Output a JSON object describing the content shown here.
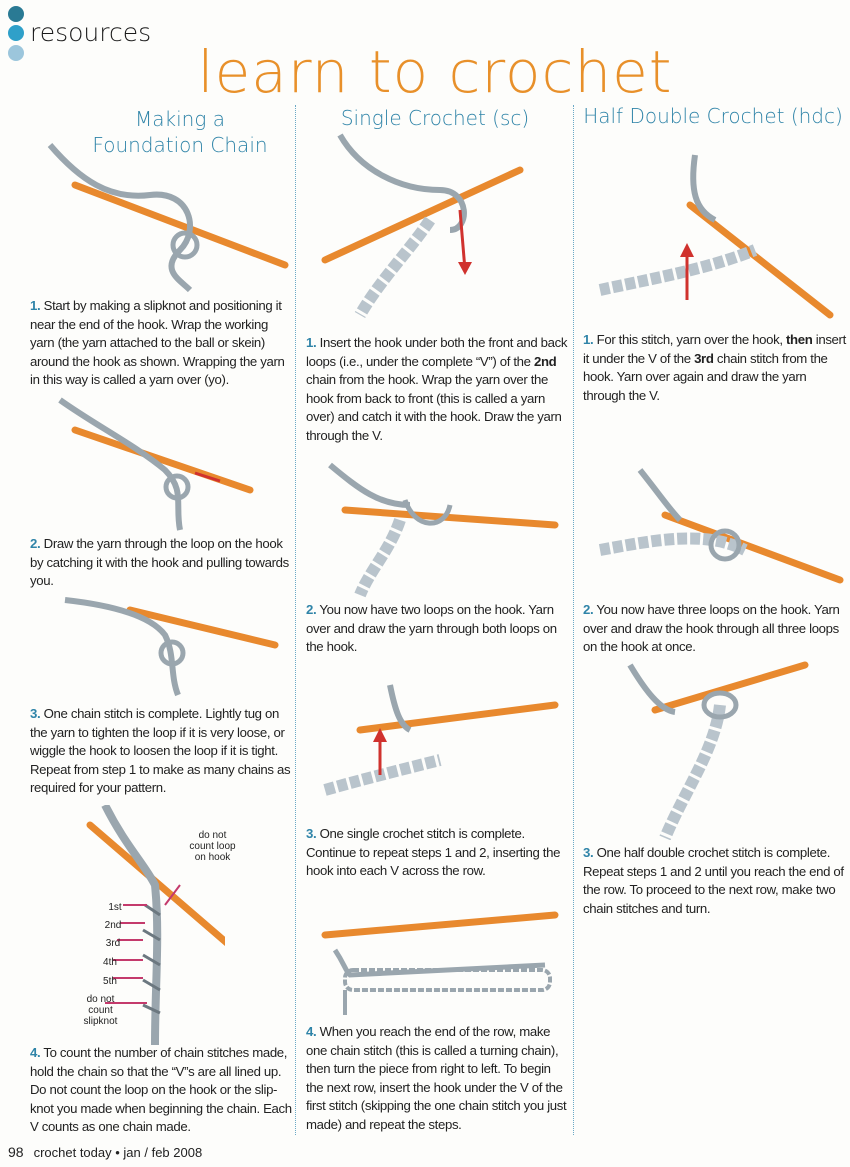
{
  "section": "resources",
  "title": "learn to crochet",
  "colors": {
    "accent": "#e8902a",
    "blue": "#2f84a8",
    "dot1": "#2a7a94",
    "dot2": "#2fa0c9",
    "dot3": "#9cc6dc",
    "hook": "#e8892e",
    "yarn": "#b9c4cc"
  },
  "columns": [
    {
      "heading_line1": "Making a",
      "heading_line2": "Foundation Chain",
      "steps": [
        {
          "num": "1.",
          "text": "Start by making a slipknot and positioning it near the end of the hook. Wrap the working yarn (the yarn attached to the ball or skein) around the hook as shown. Wrapping the yarn in this way is called a yarn over (yo)."
        },
        {
          "num": "2.",
          "text": "Draw the yarn through the loop on the hook by catching it with the hook and pulling towards you."
        },
        {
          "num": "3.",
          "text": "One chain stitch is complete. Lightly tug on the yarn to tighten the loop if it is very loose, or wiggle the hook to loosen the loop if it is tight. Repeat from step 1 to make as many chains as required for your pattern."
        },
        {
          "num": "4.",
          "text": "To count the number of chain stitches made, hold the chain so that the “V”s are all lined up. Do not count the loop on the hook or the slip-knot you made when beginning the chain. Each V counts as one chain made."
        }
      ],
      "chain_labels": {
        "loop": "do not count loop on hook",
        "ordinals": [
          "1st",
          "2nd",
          "3rd",
          "4th",
          "5th"
        ],
        "slipknot": "do not count slipknot"
      }
    },
    {
      "heading": "Single Crochet (sc)",
      "steps": [
        {
          "num": "1.",
          "pre": "Insert the hook under both the front and back loops (i.e., under the complete “V”) of the ",
          "bold": "2nd",
          "post": " chain from the hook. Wrap the yarn over the hook from back to front (this is called a yarn over) and catch it with the hook. Draw the yarn through the V."
        },
        {
          "num": "2.",
          "text": "You now have two loops on the hook. Yarn over and draw the yarn through both loops on the hook."
        },
        {
          "num": "3.",
          "text": "One single crochet stitch is complete. Continue to repeat steps 1 and 2, inserting the hook into each V across the row."
        },
        {
          "num": "4.",
          "text": "When you reach the end of the row, make one chain stitch (this is called a turning chain), then turn the piece from right to left. To begin the next row, insert the hook under the V of the first stitch (skipping the one chain stitch you just made) and repeat the steps."
        }
      ]
    },
    {
      "heading": "Half Double Crochet (hdc)",
      "steps": [
        {
          "num": "1.",
          "pre": "For this stitch, yarn over the hook, ",
          "bold": "then",
          "mid": " insert it under the V of the ",
          "bold2": "3rd",
          "post": " chain stitch from the hook. Yarn over again and draw the yarn through the V."
        },
        {
          "num": "2.",
          "text": "You now have three loops on the hook. Yarn over and draw the hook through all three loops on the hook at once."
        },
        {
          "num": "3.",
          "text": "One half double crochet stitch is complete. Repeat steps 1 and 2 until you reach the end of the row. To proceed to the next row, make two chain stitches and turn."
        }
      ]
    }
  ],
  "footer": {
    "page": "98",
    "text": "crochet today • jan / feb 2008"
  }
}
